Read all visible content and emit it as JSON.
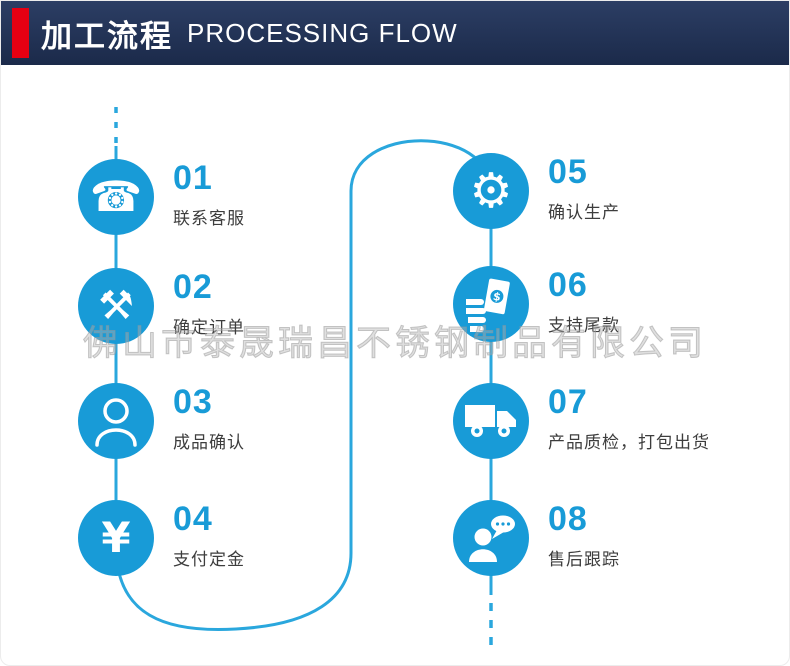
{
  "header": {
    "title_cn": "加工流程",
    "title_en": "PROCESSING FLOW"
  },
  "watermark": "佛山市泰晟瑞昌不锈钢制品有限公司",
  "steps": [
    {
      "number": "01",
      "label": "联系客服",
      "icon": "telephone-icon",
      "glyph": "☎"
    },
    {
      "number": "02",
      "label": "确定订单",
      "icon": "tools-icon",
      "glyph": "⚒"
    },
    {
      "number": "03",
      "label": "成品确认",
      "icon": "person-icon"
    },
    {
      "number": "04",
      "label": "支付定金",
      "icon": "yuan-icon",
      "glyph": "¥"
    },
    {
      "number": "05",
      "label": "确认生产",
      "icon": "gear-icon",
      "glyph": "⚙"
    },
    {
      "number": "06",
      "label": "支持尾款",
      "icon": "money-hand-icon"
    },
    {
      "number": "07",
      "label": "产品质检，打包出货",
      "icon": "truck-icon"
    },
    {
      "number": "08",
      "label": "售后跟踪",
      "icon": "chat-person-icon"
    }
  ],
  "colors": {
    "circle_blue": "#189bd7",
    "connector_blue": "#2aa7dd",
    "header_navy": "#1b2a4a",
    "accent_red": "#e60012",
    "number_blue": "#189bd7",
    "label_dark": "#3d3d3d",
    "watermark_gray": "#b2b2b2"
  }
}
